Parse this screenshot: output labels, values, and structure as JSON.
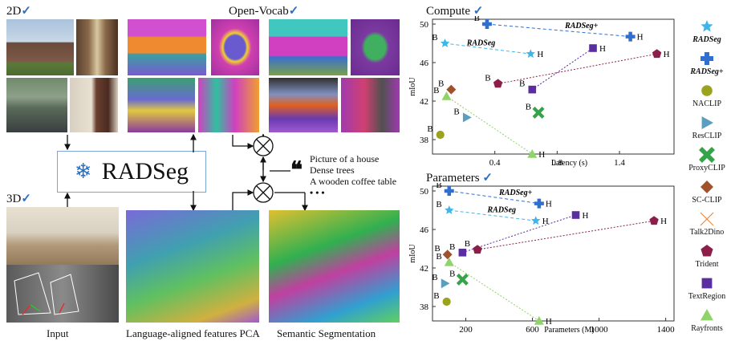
{
  "figure": {
    "label_2d": "2D",
    "label_3d": "3D",
    "label_open_vocab": "Open-Vocab",
    "check": "✓",
    "radseg_name": "RADSeg",
    "snowflake": "❄",
    "queries": [
      "Picture of a house",
      "Dense trees",
      "A wooden coffee table",
      "• • •"
    ],
    "quote_mark": "❝",
    "caption_input": "Input",
    "caption_pca": "Language-aligned features PCA",
    "caption_seg": "Semantic Segmentation"
  },
  "legend": {
    "items": [
      {
        "label": "RADSeg",
        "shape": "star",
        "color": "#3fb5e8"
      },
      {
        "label": "RADSeg+",
        "shape": "cross",
        "color": "#2f6fd0"
      },
      {
        "label": "NACLIP",
        "shape": "circle",
        "color": "#9aa21e"
      },
      {
        "label": "ResCLIP",
        "shape": "triangle-right",
        "color": "#5a9fc0"
      },
      {
        "label": "ProxyCLIP",
        "shape": "x",
        "color": "#35a34a"
      },
      {
        "label": "SC-CLIP",
        "shape": "diamond",
        "color": "#a0522d"
      },
      {
        "label": "Talk2Dino",
        "shape": "thin-x",
        "color": "#f08a3c"
      },
      {
        "label": "Trident",
        "shape": "pentagon",
        "color": "#8b1f4a"
      },
      {
        "label": "TextRegion",
        "shape": "square",
        "color": "#5a2ea0"
      },
      {
        "label": "Rayfronts",
        "shape": "triangle-up",
        "color": "#8fd36a"
      }
    ]
  },
  "chart_data": [
    {
      "type": "scatter",
      "title": "Compute",
      "title_check": "✓",
      "xlabel": "Latency (s)",
      "ylabel": "mIoU",
      "xlim": [
        0,
        1.55
      ],
      "ylim": [
        36.5,
        50.5
      ],
      "xticks": [
        0.4,
        0.8,
        1.2
      ],
      "xtick_labels": [
        "0.4",
        "0.8",
        "1.4"
      ],
      "yticks": [
        38,
        42,
        46,
        50
      ],
      "series": [
        {
          "name": "RADSeg+",
          "points": [
            {
              "x": 0.35,
              "y": 50.0,
              "label": "B"
            },
            {
              "x": 1.27,
              "y": 48.7,
              "label": "H"
            }
          ],
          "line": "dashed"
        },
        {
          "name": "RADSeg",
          "points": [
            {
              "x": 0.08,
              "y": 48.0,
              "label": "B"
            },
            {
              "x": 0.63,
              "y": 46.9,
              "label": "H"
            }
          ],
          "line": "dashed"
        },
        {
          "name": "TextRegion",
          "points": [
            {
              "x": 0.64,
              "y": 43.2,
              "label": "B"
            },
            {
              "x": 1.03,
              "y": 47.5,
              "label": "H"
            }
          ],
          "line": "dotted"
        },
        {
          "name": "Trident",
          "points": [
            {
              "x": 0.42,
              "y": 43.8,
              "label": "B"
            },
            {
              "x": 1.44,
              "y": 46.9,
              "label": "H"
            }
          ],
          "line": "dotted"
        },
        {
          "name": "SC-CLIP",
          "points": [
            {
              "x": 0.12,
              "y": 43.2,
              "label": "B"
            }
          ],
          "line": "none"
        },
        {
          "name": "Rayfronts",
          "points": [
            {
              "x": 0.09,
              "y": 42.5,
              "label": "B"
            },
            {
              "x": 0.64,
              "y": 36.5,
              "label": "H"
            }
          ],
          "line": "dotted"
        },
        {
          "name": "ResCLIP",
          "points": [
            {
              "x": 0.22,
              "y": 40.3,
              "label": "B"
            }
          ],
          "line": "none"
        },
        {
          "name": "ProxyCLIP",
          "points": [
            {
              "x": 0.68,
              "y": 40.8,
              "label": "B"
            }
          ],
          "line": "none"
        },
        {
          "name": "NACLIP",
          "points": [
            {
              "x": 0.05,
              "y": 38.5,
              "label": "B"
            }
          ],
          "line": "none"
        }
      ],
      "text_labels": [
        {
          "text": "RADSeg+",
          "x": 0.85,
          "y": 49.6
        },
        {
          "text": "RADSeg",
          "x": 0.22,
          "y": 47.8
        }
      ]
    },
    {
      "type": "scatter",
      "title": "Parameters",
      "title_check": "✓",
      "xlabel": "Parameters (M)",
      "ylabel": "mIoU",
      "xlim": [
        0,
        1450
      ],
      "ylim": [
        36.5,
        50.5
      ],
      "xticks": [
        200,
        600,
        1000,
        1400
      ],
      "xtick_labels": [
        "200",
        "600",
        "1000",
        "1400"
      ],
      "yticks": [
        38,
        42,
        46,
        50
      ],
      "series": [
        {
          "name": "RADSeg+",
          "points": [
            {
              "x": 100,
              "y": 50.0,
              "label": "B"
            },
            {
              "x": 640,
              "y": 48.7,
              "label": "H"
            }
          ],
          "line": "dashed"
        },
        {
          "name": "RADSeg",
          "points": [
            {
              "x": 100,
              "y": 48.0,
              "label": "B"
            },
            {
              "x": 620,
              "y": 46.9,
              "label": "H"
            }
          ],
          "line": "dashed"
        },
        {
          "name": "TextRegion",
          "points": [
            {
              "x": 180,
              "y": 43.6,
              "label": "B"
            },
            {
              "x": 860,
              "y": 47.5,
              "label": "H"
            }
          ],
          "line": "dotted"
        },
        {
          "name": "Trident",
          "points": [
            {
              "x": 270,
              "y": 43.9,
              "label": "B"
            },
            {
              "x": 1330,
              "y": 46.9,
              "label": "H"
            }
          ],
          "line": "dotted"
        },
        {
          "name": "SC-CLIP",
          "points": [
            {
              "x": 90,
              "y": 43.4,
              "label": "B"
            }
          ],
          "line": "none"
        },
        {
          "name": "Rayfronts",
          "points": [
            {
              "x": 100,
              "y": 42.6,
              "label": "B"
            },
            {
              "x": 640,
              "y": 36.5,
              "label": "H"
            }
          ],
          "line": "dotted"
        },
        {
          "name": "ResCLIP",
          "points": [
            {
              "x": 75,
              "y": 40.4,
              "label": "B"
            }
          ],
          "line": "none"
        },
        {
          "name": "ProxyCLIP",
          "points": [
            {
              "x": 180,
              "y": 40.8,
              "label": "B"
            }
          ],
          "line": "none"
        },
        {
          "name": "NACLIP",
          "points": [
            {
              "x": 85,
              "y": 38.5,
              "label": "B"
            }
          ],
          "line": "none"
        }
      ],
      "text_labels": [
        {
          "text": "RADSeg+",
          "x": 400,
          "y": 49.6
        },
        {
          "text": "RADSeg",
          "x": 330,
          "y": 47.8
        }
      ]
    }
  ]
}
